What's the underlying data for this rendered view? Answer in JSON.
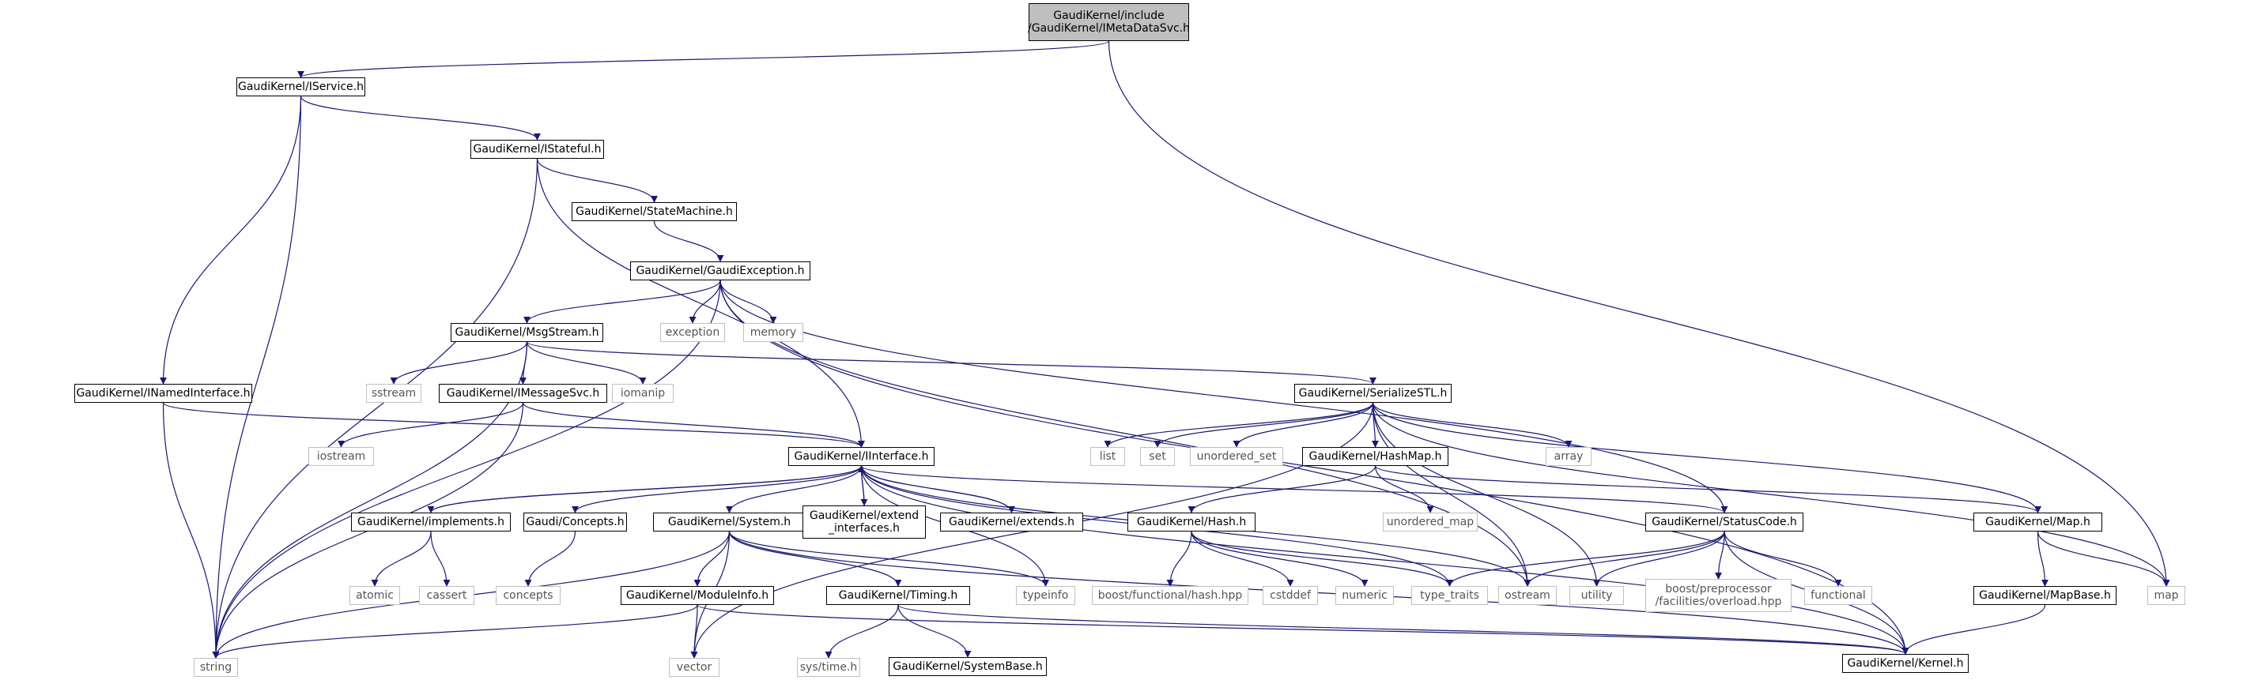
{
  "colors": {
    "edge": "#191970",
    "node_border": "#000000",
    "system_border": "#bfbfbf",
    "root_fill": "#bfbfbf",
    "system_text": "#555555"
  },
  "nodes": {
    "root": "GaudiKernel/include\n/GaudiKernel/IMetaDataSvc.h",
    "iservice": "GaudiKernel/IService.h",
    "istateful": "GaudiKernel/IStateful.h",
    "statemachine": "GaudiKernel/StateMachine.h",
    "gaudiexception": "GaudiKernel/GaudiException.h",
    "msgstream": "GaudiKernel/MsgStream.h",
    "inamedinterface": "GaudiKernel/INamedInterface.h",
    "imessagesvc": "GaudiKernel/IMessageSvc.h",
    "serializestl": "GaudiKernel/SerializeSTL.h",
    "iinterface": "GaudiKernel/IInterface.h",
    "hashmap": "GaudiKernel/HashMap.h",
    "implements": "GaudiKernel/implements.h",
    "gaudiconcepts": "Gaudi/Concepts.h",
    "system": "GaudiKernel/System.h",
    "extend_interfaces": "GaudiKernel/extend\n_interfaces.h",
    "extends": "GaudiKernel/extends.h",
    "hash": "GaudiKernel/Hash.h",
    "statuscode": "GaudiKernel/StatusCode.h",
    "map_h": "GaudiKernel/Map.h",
    "moduleinfo": "GaudiKernel/ModuleInfo.h",
    "timing": "GaudiKernel/Timing.h",
    "mapbase": "GaudiKernel/MapBase.h",
    "kernel": "GaudiKernel/Kernel.h",
    "systembase": "GaudiKernel/SystemBase.h",
    "string": "string",
    "exception": "exception",
    "memory": "memory",
    "sstream": "sstream",
    "iomanip": "iomanip",
    "iostream": "iostream",
    "list": "list",
    "set": "set",
    "unordered_set": "unordered_set",
    "array": "array",
    "unordered_map": "unordered_map",
    "atomic": "atomic",
    "cassert": "cassert",
    "concepts": "concepts",
    "typeinfo": "typeinfo",
    "boost_hash": "boost/functional/hash.hpp",
    "cstddef": "cstddef",
    "numeric": "numeric",
    "type_traits": "type_traits",
    "ostream": "ostream",
    "utility": "utility",
    "boost_overload": "boost/preprocessor\n/facilities/overload.hpp",
    "functional": "functional",
    "map": "map",
    "vector": "vector",
    "sys_time": "sys/time.h"
  }
}
